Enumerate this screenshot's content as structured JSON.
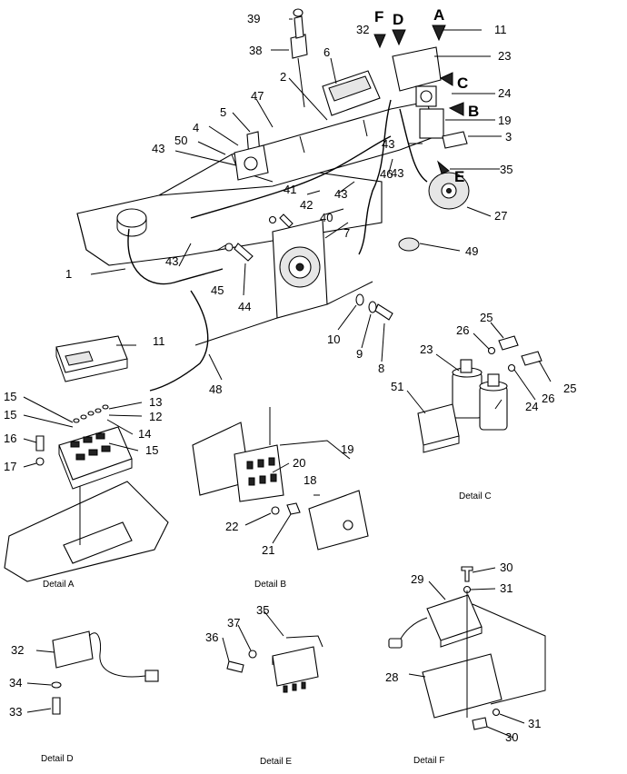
{
  "callouts": [
    "1",
    "2",
    "3",
    "4",
    "5",
    "6",
    "7",
    "8",
    "9",
    "10",
    "11",
    "11",
    "12",
    "13",
    "14",
    "15",
    "15",
    "15",
    "16",
    "17",
    "18",
    "19",
    "19",
    "20",
    "21",
    "22",
    "23",
    "23",
    "24",
    "24",
    "25",
    "25",
    "26",
    "26",
    "27",
    "28",
    "29",
    "30",
    "30",
    "31",
    "31",
    "32",
    "32",
    "33",
    "34",
    "35",
    "35",
    "36",
    "37",
    "38",
    "39",
    "40",
    "41",
    "42",
    "43",
    "43",
    "43",
    "43",
    "43",
    "44",
    "45",
    "46",
    "47",
    "48",
    "49",
    "50",
    "51"
  ],
  "view_arrows": [
    "A",
    "B",
    "C",
    "D",
    "E",
    "F"
  ],
  "detail_captions": {
    "a": "Detail A",
    "b": "Detail B",
    "c": "Detail C",
    "d": "Detail D",
    "e": "Detail E",
    "f": "Detail F"
  }
}
